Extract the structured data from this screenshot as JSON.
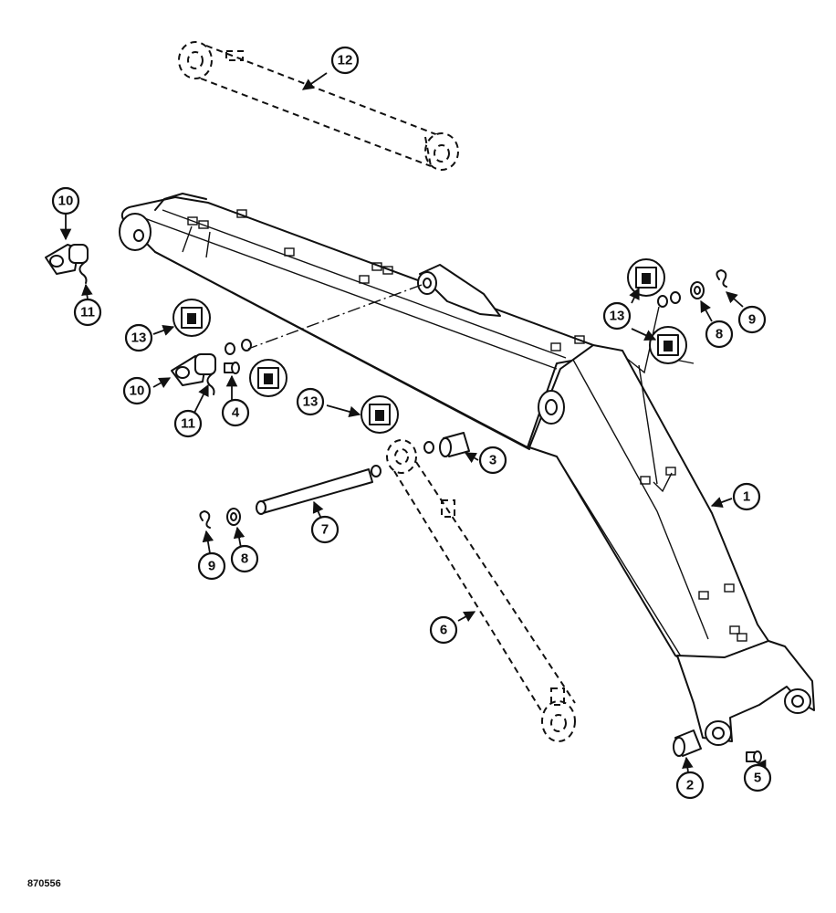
{
  "figure_number": "870556",
  "callouts": {
    "c1": "1",
    "c2": "2",
    "c3": "3",
    "c4": "4",
    "c5": "5",
    "c6": "6",
    "c7": "7",
    "c8a": "8",
    "c8b": "8",
    "c9a": "9",
    "c9b": "9",
    "c10a": "10",
    "c10b": "10",
    "c11a": "11",
    "c11b": "11",
    "c12": "12",
    "c13a": "13",
    "c13b": "13",
    "c13c": "13"
  }
}
